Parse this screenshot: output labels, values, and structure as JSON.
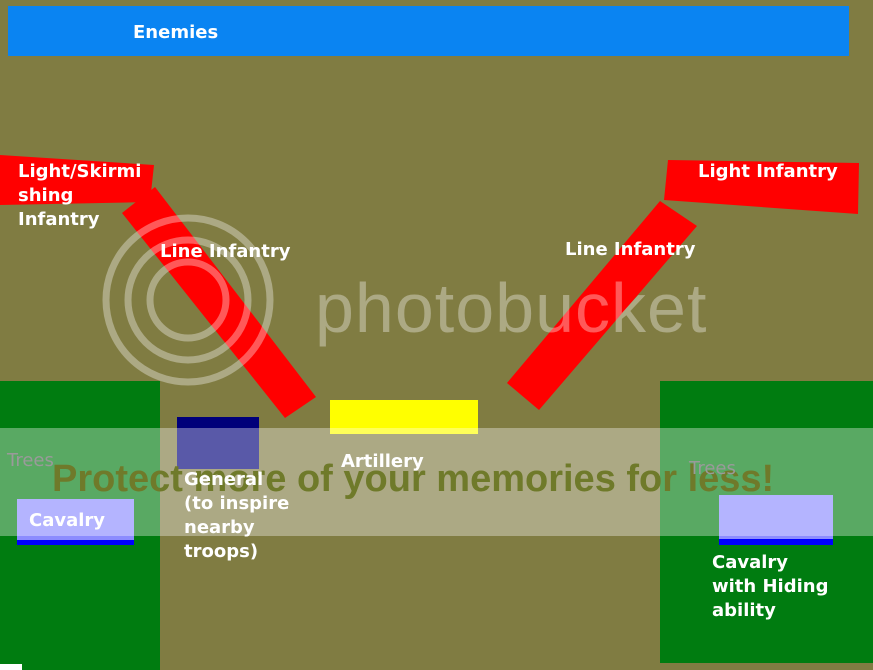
{
  "labels": {
    "enemies": "Enemies",
    "light_skirmishing_infantry": "Light/Skirmishing Infantry",
    "light_skirmishing_line1": "Light/Skirmi",
    "light_skirmishing_line2": "shing",
    "light_skirmishing_line3": "Infantry",
    "light_infantry": "Light Infantry",
    "line_infantry_left": "Line Infantry",
    "line_infantry_right": "Line Infantry",
    "artillery": "Artillery",
    "general_line1": "General",
    "general_line2": "(to inspire",
    "general_line3": "nearby",
    "general_line4": "troops)",
    "trees_left": "Trees",
    "trees_right": "Trees",
    "cavalry_left": "Cavalry",
    "cavalry_right_line1": "Cavalry",
    "cavalry_right_line2": "with Hiding",
    "cavalry_right_line3": "ability"
  },
  "watermark": {
    "brand": "photobucket",
    "banner": "Protect more of your memories for less!"
  },
  "colors": {
    "field": "#807c42",
    "enemies": "#0a84f2",
    "infantry": "#ff0000",
    "artillery": "#ffff00",
    "general": "#00007a",
    "trees": "#007c10",
    "cavalry": "#8c8cff",
    "cavalry_edge": "#0000ff"
  }
}
